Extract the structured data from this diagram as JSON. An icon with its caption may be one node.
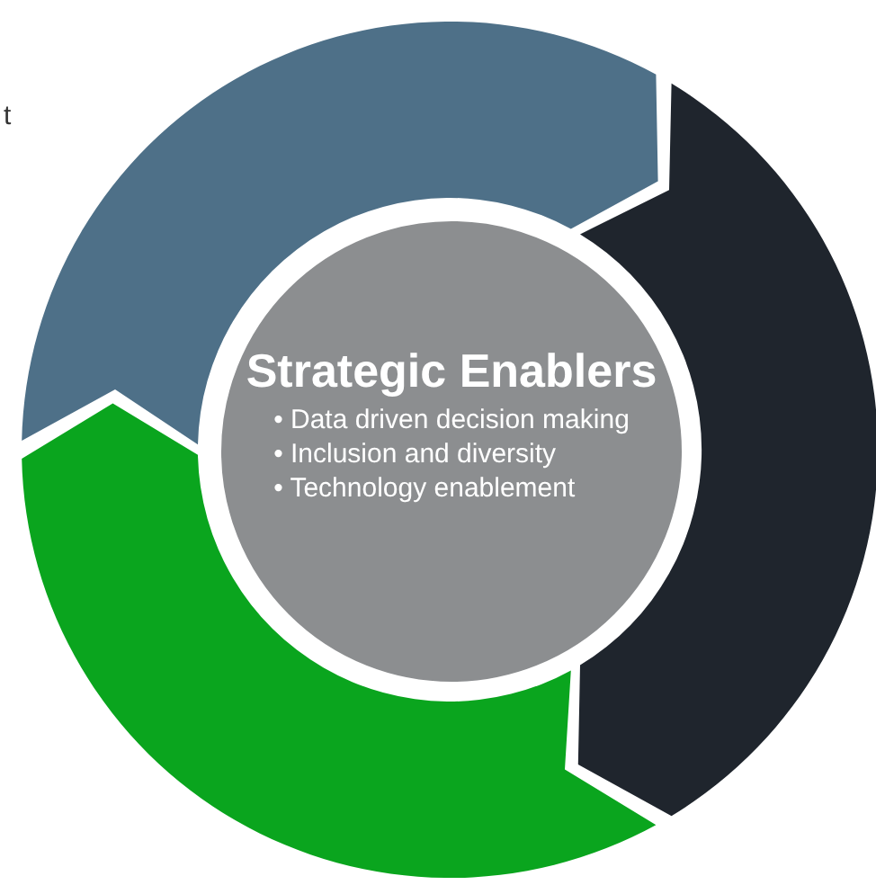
{
  "diagram": {
    "nodes": [
      {
        "text": [],
        "shape": "arc"
      },
      {
        "text": [],
        "shape": "arc"
      },
      {
        "text": [],
        "shape": "arc"
      },
      {
        "text": [
          "Strategic Enablers",
          "• Data driven decision making",
          "• Inclusion and diversity",
          "• Technology enablement"
        ]
      }
    ],
    "labels": [
      "t"
    ]
  }
}
